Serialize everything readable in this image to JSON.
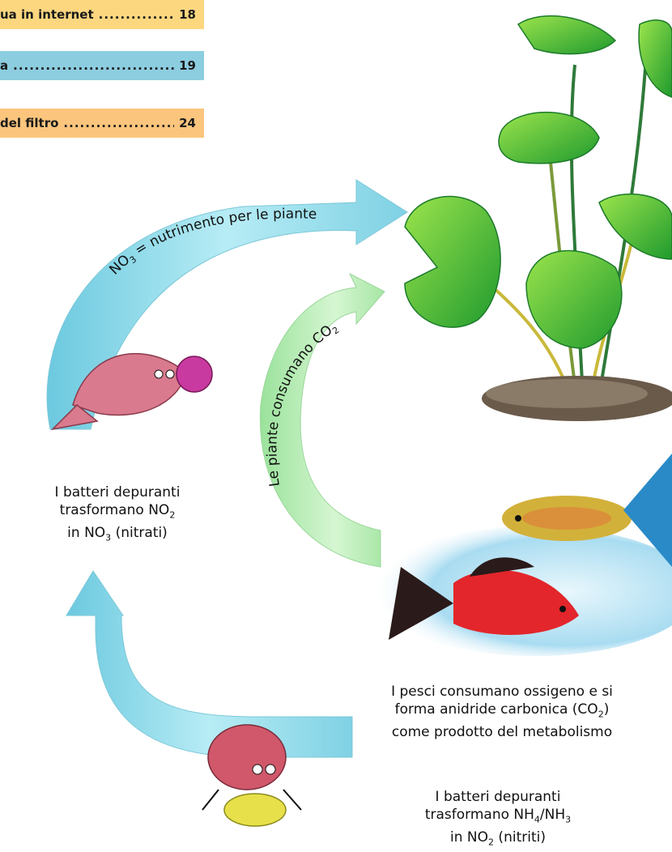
{
  "toc": [
    {
      "title": "ua in internet",
      "page": "18"
    },
    {
      "title": "a",
      "page": "19"
    },
    {
      "title": "del filtro",
      "page": "24"
    }
  ],
  "labels": {
    "arc_top_a": "NO",
    "arc_top_sub": "3",
    "arc_top_b": " = nutrimento per le piante",
    "arc_mid_a": "Le piante consumano CO",
    "arc_mid_sub": "2"
  },
  "captions": {
    "left": {
      "line1": "I batteri depuranti",
      "line2_a": "trasformano NO",
      "line2_sub": "2",
      "line3_a": "in NO",
      "line3_sub": "3",
      "line3_b": " (nitrati)"
    },
    "fish": {
      "line1": "I pesci consumano ossigeno e si",
      "line2_a": "forma anidride carbonica (CO",
      "line2_sub": "2",
      "line2_b": ")",
      "line3": "come prodotto del metabolismo"
    },
    "bottom": {
      "line1": "I batteri depuranti",
      "line2_a": "trasformano NH",
      "line2_sub1": "4",
      "line2_b": "/NH",
      "line2_sub2": "3",
      "line3_a": "in NO",
      "line3_sub": "2",
      "line3_b": " (nitriti)"
    }
  },
  "colors": {
    "arrow_blue": "#8fd9e8",
    "arrow_green": "#b6ecb4",
    "leaf": "#3fbf3a",
    "fish_red": "#e3262b",
    "water": "#bfe6f6"
  }
}
